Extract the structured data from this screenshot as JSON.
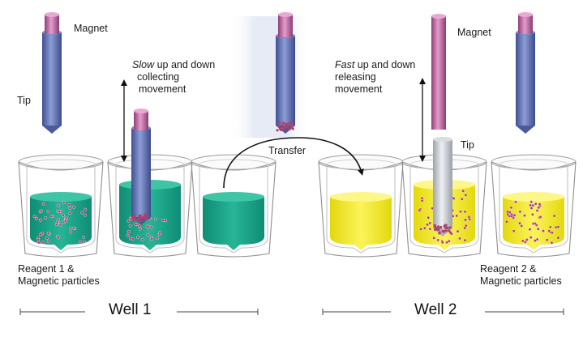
{
  "labels": {
    "magnet_left": "Magnet",
    "tip_left": "Tip",
    "slow_word": "Slow",
    "slow_rest_line1": " up and down",
    "slow_line2": "collecting",
    "slow_line3": "movement",
    "transfer": "Transfer",
    "magnet_right": "Magnet",
    "fast_word": "Fast",
    "fast_rest_line1": " up and down",
    "fast_line2": "releasing",
    "fast_line3": "movement",
    "tip_right": "Tip",
    "reagent1_line1": "Reagent 1 &",
    "reagent1_line2": "Magnetic particles",
    "reagent2_line1": "Reagent 2 &",
    "reagent2_line2": "Magnetic particles",
    "well1": "Well 1",
    "well2": "Well 2"
  },
  "colors": {
    "reagent1": "#1aa58a",
    "reagent2": "#f2ea1c",
    "magnet": "#c469a6",
    "tip": "#6e7fbf",
    "particles": "#b2406c"
  }
}
